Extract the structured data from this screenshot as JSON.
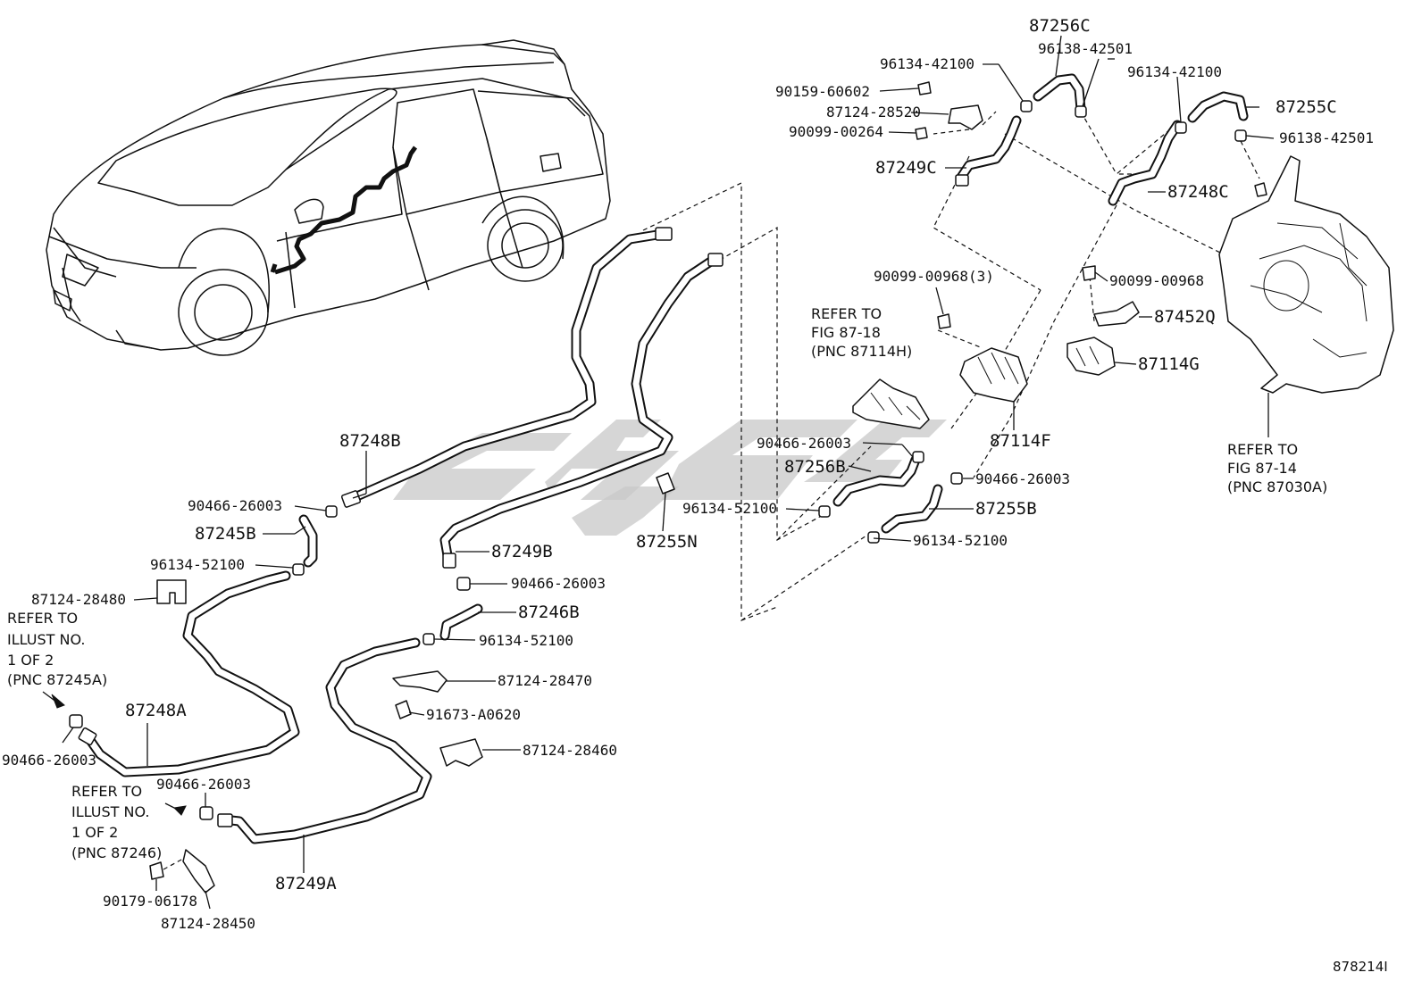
{
  "diagram": {
    "figure_number": "878214I",
    "part_labels": {
      "p87256C": "87256C",
      "p96134_42100_a": "96134-42100",
      "p96138_42501_a": "96138-42501",
      "p90159_60602": "90159-60602",
      "p87124_28520": "87124-28520",
      "p96134_42100_b": "96134-42100",
      "p87255C": "87255C",
      "p90099_00264": "90099-00264",
      "p96138_42501_b": "96138-42501",
      "p87249C": "87249C",
      "p87248C": "87248C",
      "p90099_00968_3": "90099-00968(3)",
      "p90099_00968": "90099-00968",
      "p87452Q": "87452Q",
      "p87114G": "87114G",
      "p87114F": "87114F",
      "p87248B": "87248B",
      "p90466_26003_a": "90466-26003",
      "p87256B": "87256B",
      "p90466_26003_b": "90466-26003",
      "p96134_52100_a": "96134-52100",
      "p87255B": "87255B",
      "p87255N": "87255N",
      "p90466_26003_c": "90466-26003",
      "p87245B": "87245B",
      "p96134_52100_b": "96134-52100",
      "p96134_52100_c": "96134-52100",
      "p87249B": "87249B",
      "p90466_26003_d": "90466-26003",
      "p87124_28480": "87124-28480",
      "p87246B": "87246B",
      "p96134_52100_d": "96134-52100",
      "p87124_28470": "87124-28470",
      "p91673_A0620": "91673-A0620",
      "p87248A": "87248A",
      "p87124_28460": "87124-28460",
      "p90466_26003_e": "90466-26003",
      "p90466_26003_f": "90466-26003",
      "p87249A": "87249A",
      "p90179_06178": "90179-06178",
      "p87124_28450": "87124-28450"
    },
    "references": {
      "fig_87_18": [
        "REFER TO",
        "FIG 87-18",
        "(PNC 87114H)"
      ],
      "fig_87_14": [
        "REFER TO",
        "FIG 87-14",
        "(PNC 87030A)"
      ],
      "illust_87245A": [
        "REFER TO",
        "ILLUST NO.",
        "1 OF 2",
        "(PNC 87245A)"
      ],
      "illust_87246": [
        "REFER TO",
        "ILLUST NO.",
        "1 OF 2",
        "(PNC 87246)"
      ]
    }
  }
}
